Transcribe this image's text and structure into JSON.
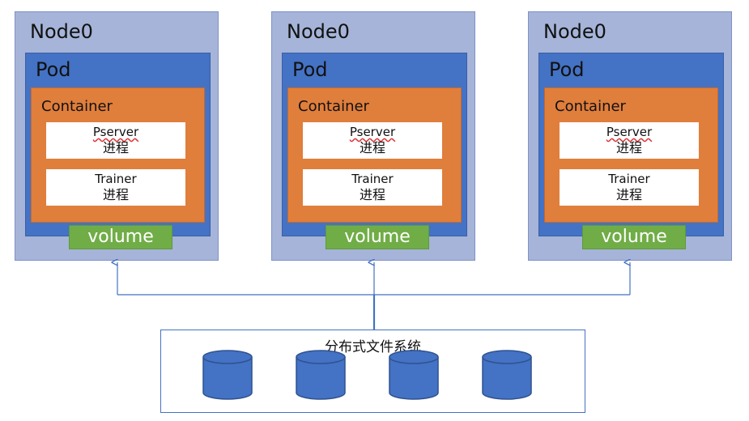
{
  "nodes": [
    {
      "label": "Node0",
      "pod": "Pod",
      "container": "Container",
      "processes": [
        {
          "name": "Pserver",
          "sub": "进程"
        },
        {
          "name": "Trainer",
          "sub": "进程"
        }
      ],
      "volume": "volume"
    },
    {
      "label": "Node0",
      "pod": "Pod",
      "container": "Container",
      "processes": [
        {
          "name": "Pserver",
          "sub": "进程"
        },
        {
          "name": "Trainer",
          "sub": "进程"
        }
      ],
      "volume": "volume"
    },
    {
      "label": "Node0",
      "pod": "Pod",
      "container": "Container",
      "processes": [
        {
          "name": "Pserver",
          "sub": "进程"
        },
        {
          "name": "Trainer",
          "sub": "进程"
        }
      ],
      "volume": "volume"
    }
  ],
  "filesystem": {
    "label": "分布式文件系统",
    "disk_icon": "database-cylinder-icon"
  },
  "colors": {
    "node": "#a5b4d8",
    "pod": "#4472c4",
    "container": "#e07e3c",
    "volume": "#70ad47",
    "connector": "#4472c4"
  }
}
